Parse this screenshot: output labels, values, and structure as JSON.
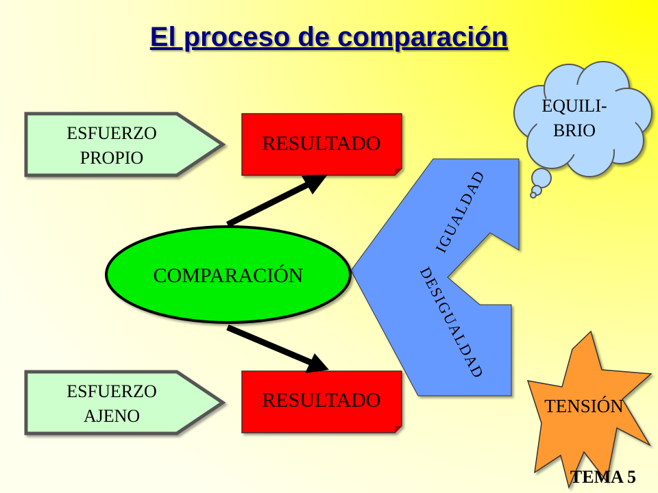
{
  "title": "El proceso de comparación",
  "footer": "TEMA 5",
  "nodes": {
    "effort_own": [
      "ESFUERZO",
      "PROPIO"
    ],
    "effort_other": [
      "ESFUERZO",
      "AJENO"
    ],
    "result_top": "RESULTADO",
    "result_bottom": "RESULTADO",
    "comparison": "COMPARACIÓN",
    "equality": "IGUALDAD",
    "inequality": "DESIGUALDAD",
    "balance": [
      "EQUILI-",
      "BRIO"
    ],
    "tension": "TENSIÓN"
  },
  "colors": {
    "effort_fill": "#ccffcc",
    "result_fill": "#ff0000",
    "comparison_fill": "#00ff00",
    "arrow_fill": "#6699ff",
    "cloud_fill": "#b3d9ff",
    "tension_fill": "#ff9933",
    "title_color": "#000080"
  }
}
